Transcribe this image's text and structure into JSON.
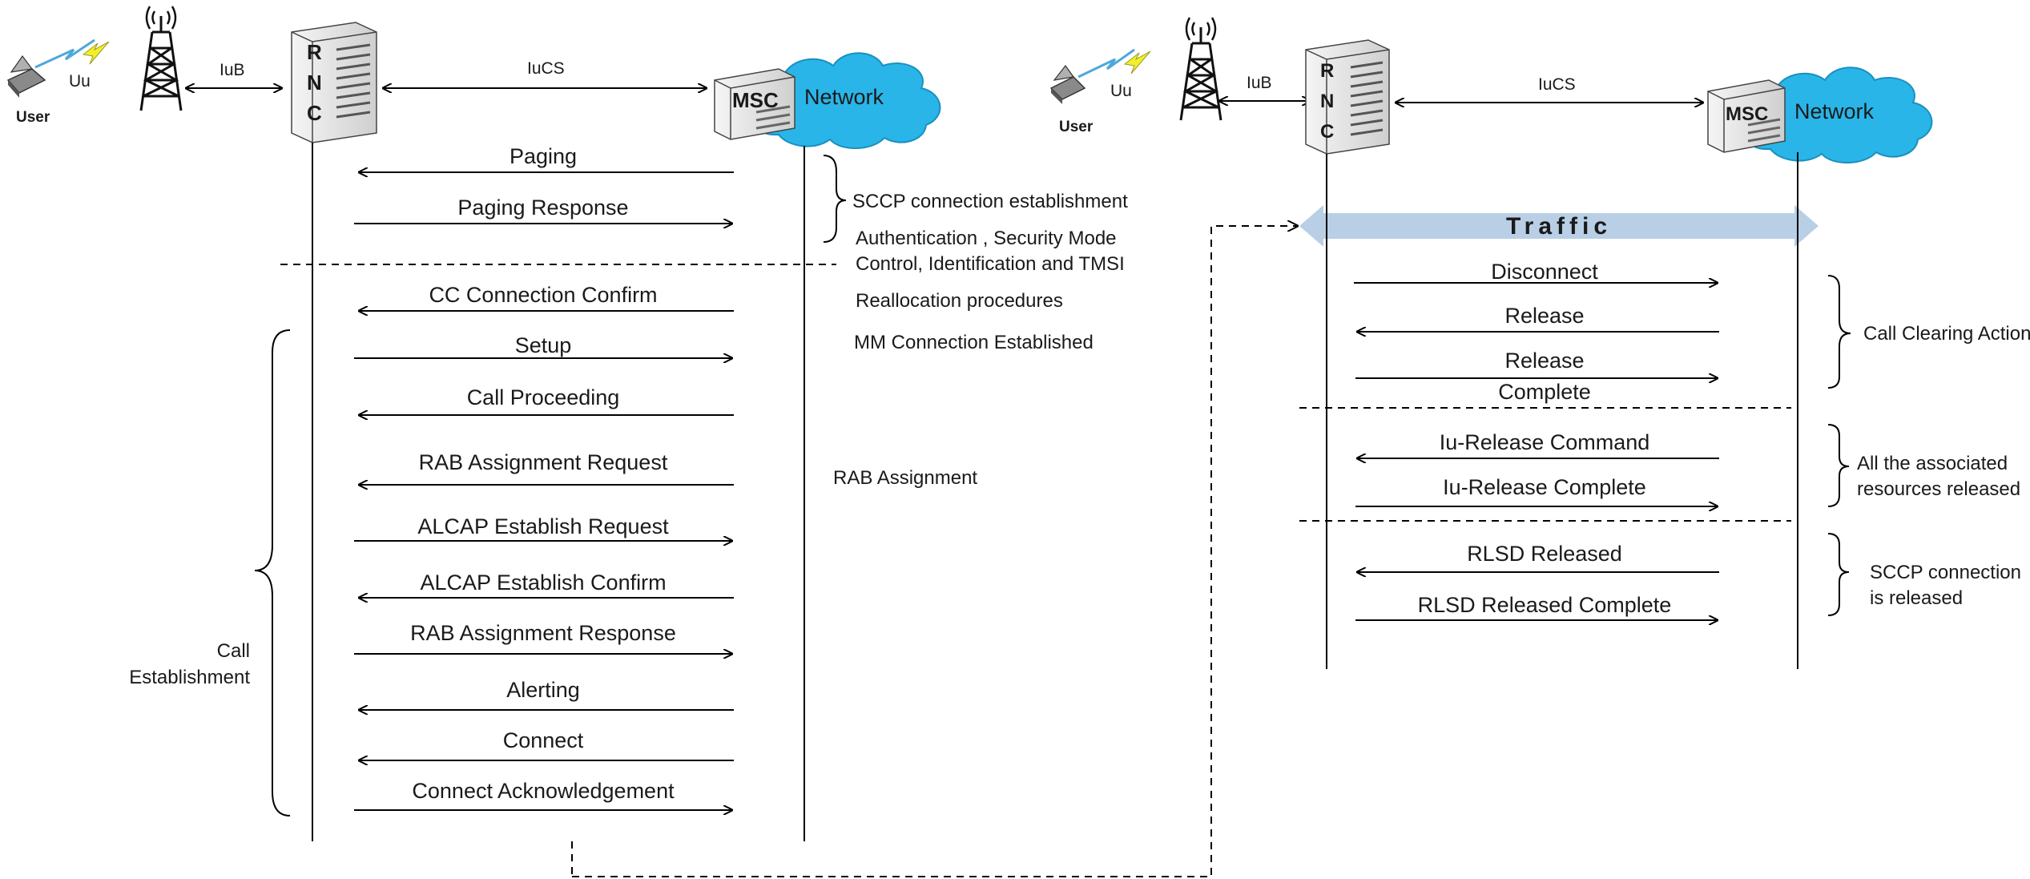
{
  "left_scenario": {
    "user_label": "User",
    "uu_label": "Uu",
    "iub_label": "IuB",
    "iucs_label": "IuCS",
    "rnc_letters": [
      "R",
      "N",
      "C"
    ],
    "msc_label": "MSC",
    "network_label": "Network",
    "messages": [
      {
        "label": "Paging",
        "dir": "left"
      },
      {
        "label": "Paging Response",
        "dir": "right"
      },
      {
        "label": "CC Connection Confirm",
        "dir": "left"
      },
      {
        "label": "Setup",
        "dir": "right"
      },
      {
        "label": "Call Proceeding",
        "dir": "left"
      },
      {
        "label": "RAB Assignment Request",
        "dir": "left"
      },
      {
        "label": "ALCAP Establish Request",
        "dir": "right"
      },
      {
        "label": "ALCAP Establish Confirm",
        "dir": "left"
      },
      {
        "label": "RAB Assignment Response",
        "dir": "right"
      },
      {
        "label": "Alerting",
        "dir": "left"
      },
      {
        "label": "Connect",
        "dir": "left"
      },
      {
        "label": "Connect Acknowledgement",
        "dir": "right"
      }
    ],
    "notes": {
      "sccp": "SCCP  connection establishment",
      "auth_line1": "Authentication , Security Mode",
      "auth_line2": "Control, Identification and TMSI",
      "realloc": "Reallocation procedures",
      "mm": "MM Connection Established",
      "rab": "RAB Assignment",
      "call_line1": "Call",
      "call_line2": "Establishment"
    }
  },
  "right_scenario": {
    "user_label": "User",
    "uu_label": "Uu",
    "iub_label": "IuB",
    "iucs_label": "IuCS",
    "rnc_letters": [
      "R",
      "N",
      "C"
    ],
    "msc_label": "MSC",
    "network_label": "Network",
    "traffic_label": "Traffic",
    "messages": [
      {
        "label": "Disconnect",
        "dir": "right"
      },
      {
        "label": "Release",
        "dir": "left"
      },
      {
        "label": "Release",
        "dir": "right",
        "label2": "Complete"
      },
      {
        "label": "Iu-Release Command",
        "dir": "left"
      },
      {
        "label": "Iu-Release Complete",
        "dir": "right"
      },
      {
        "label": "RLSD Released",
        "dir": "left"
      },
      {
        "label": "RLSD Released Complete",
        "dir": "right"
      }
    ],
    "notes": {
      "call_clearing": "Call Clearing Action",
      "resources_line1": "All the associated",
      "resources_line2": "resources released",
      "sccp_line1": "SCCP connection",
      "sccp_line2": "is released"
    }
  },
  "colors": {
    "line": "#000000",
    "cloud": "#29b5e8",
    "cloud_edge": "#1b8fbf",
    "traffic": "#b8cfe6",
    "bolt": "#f2ef2c",
    "server": "#e6e6e6"
  }
}
